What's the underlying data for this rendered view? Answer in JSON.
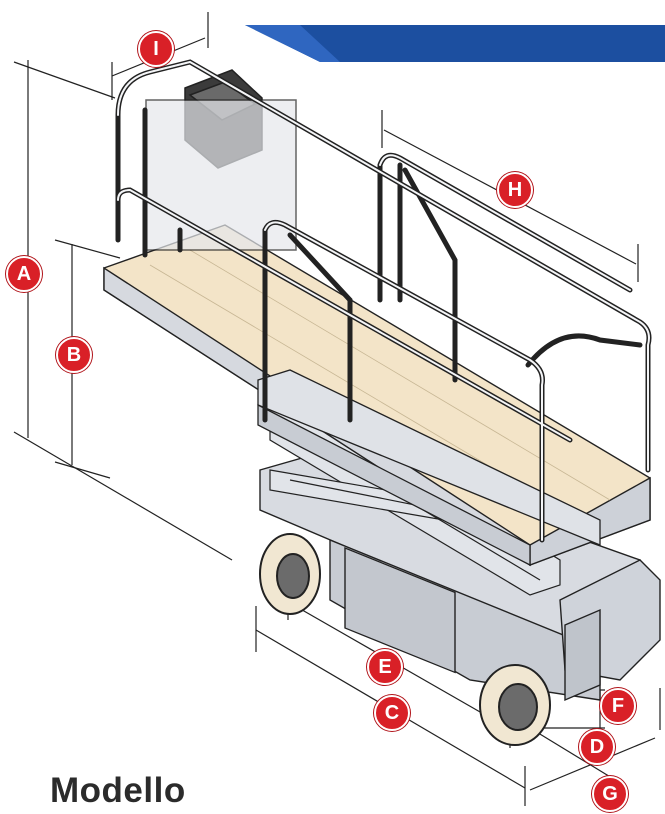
{
  "title": "Modello",
  "labels": {
    "a": "A",
    "b": "B",
    "c": "C",
    "d": "D",
    "e": "E",
    "f": "F",
    "g": "G",
    "h": "H",
    "i": "I"
  },
  "colors": {
    "badge": "#d92027",
    "banner": "#1c4fa0",
    "deck": "#f3e4c8",
    "frame": "#d8dbe1",
    "line": "#222222"
  }
}
